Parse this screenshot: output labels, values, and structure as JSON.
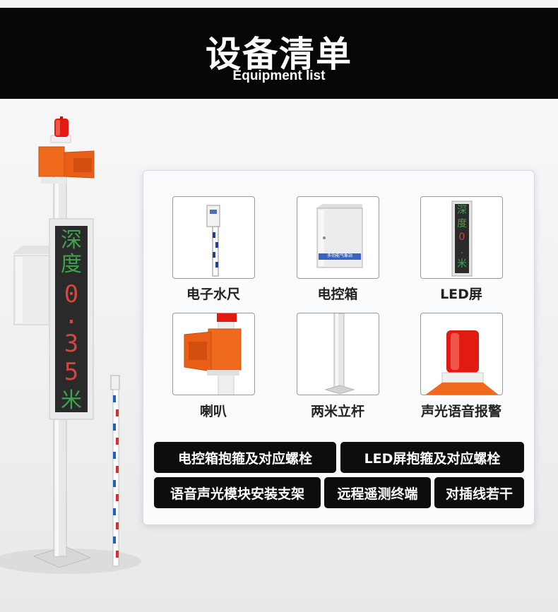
{
  "header": {
    "title": "设备清单",
    "subtitle": "Equipment list"
  },
  "illustration": {
    "led_text": [
      "深",
      "度",
      "0",
      ".",
      "3",
      "5",
      "米"
    ]
  },
  "items": [
    {
      "label": "电子水尺",
      "icon": "electronic-water-gauge"
    },
    {
      "label": "电控箱",
      "icon": "control-box",
      "box_label": "多功能气象站"
    },
    {
      "label": "LED屏",
      "icon": "led-screen",
      "screen_text": [
        "深",
        "度",
        "0",
        ".",
        "米"
      ]
    },
    {
      "label": "喇叭",
      "icon": "horn-speaker"
    },
    {
      "label": "两米立杆",
      "icon": "two-meter-pole"
    },
    {
      "label": "声光语音报警",
      "icon": "warning-light"
    }
  ],
  "accessories": [
    "电控箱抱箍及对应螺栓",
    "LED屏抱箍及对应螺栓",
    "语音声光模块安装支架",
    "远程遥测终端",
    "对插线若干"
  ],
  "colors": {
    "header_bg": "#060606",
    "tag_bg": "#0d0d0d",
    "led_green": "#3fa34d",
    "led_red": "#d3473c",
    "alarm_red": "#e11b12",
    "bracket_orange": "#f06a1e"
  }
}
